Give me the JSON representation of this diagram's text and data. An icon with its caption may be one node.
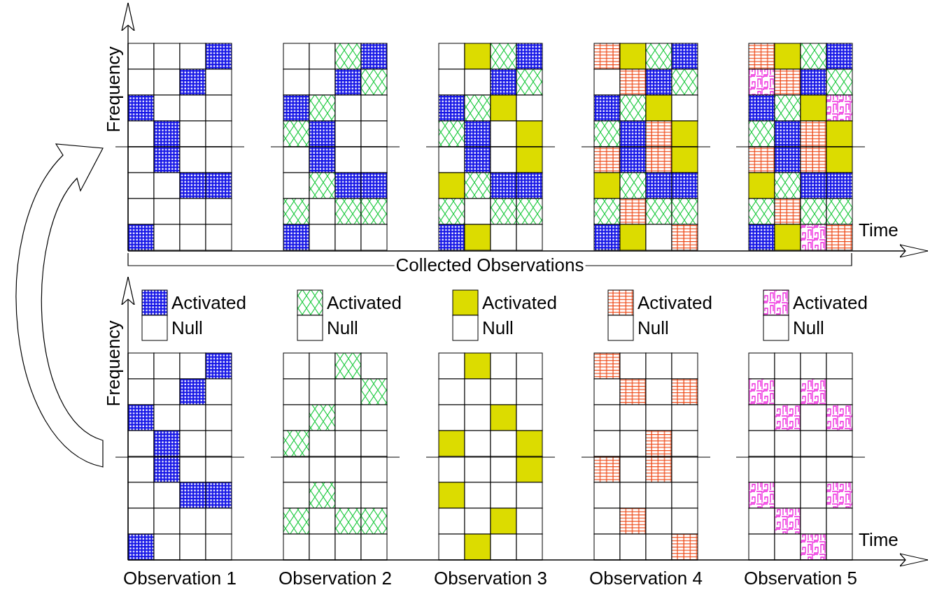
{
  "diagram": {
    "labels": [
      "Frequency",
      "Time",
      "Collected Observations",
      "Frequency",
      "Time",
      "Observation 1",
      "Observation 2",
      "Observation 3",
      "Observation 4",
      "Observation 5"
    ],
    "legend": [
      {
        "text": "Activated"
      },
      {
        "text": "Null",
        "color": "#ffffff"
      },
      {
        "text": "Activated"
      },
      {
        "text": "Null",
        "color": "#ffffff"
      },
      {
        "text": "Activated",
        "color": "#dcdc00"
      },
      {
        "text": "Null",
        "color": "#ffffff"
      },
      {
        "text": "Activated"
      },
      {
        "text": "Null",
        "color": "#ffffff"
      },
      {
        "text": "Activated"
      },
      {
        "text": "Null",
        "color": "#ffffff"
      }
    ]
  }
}
